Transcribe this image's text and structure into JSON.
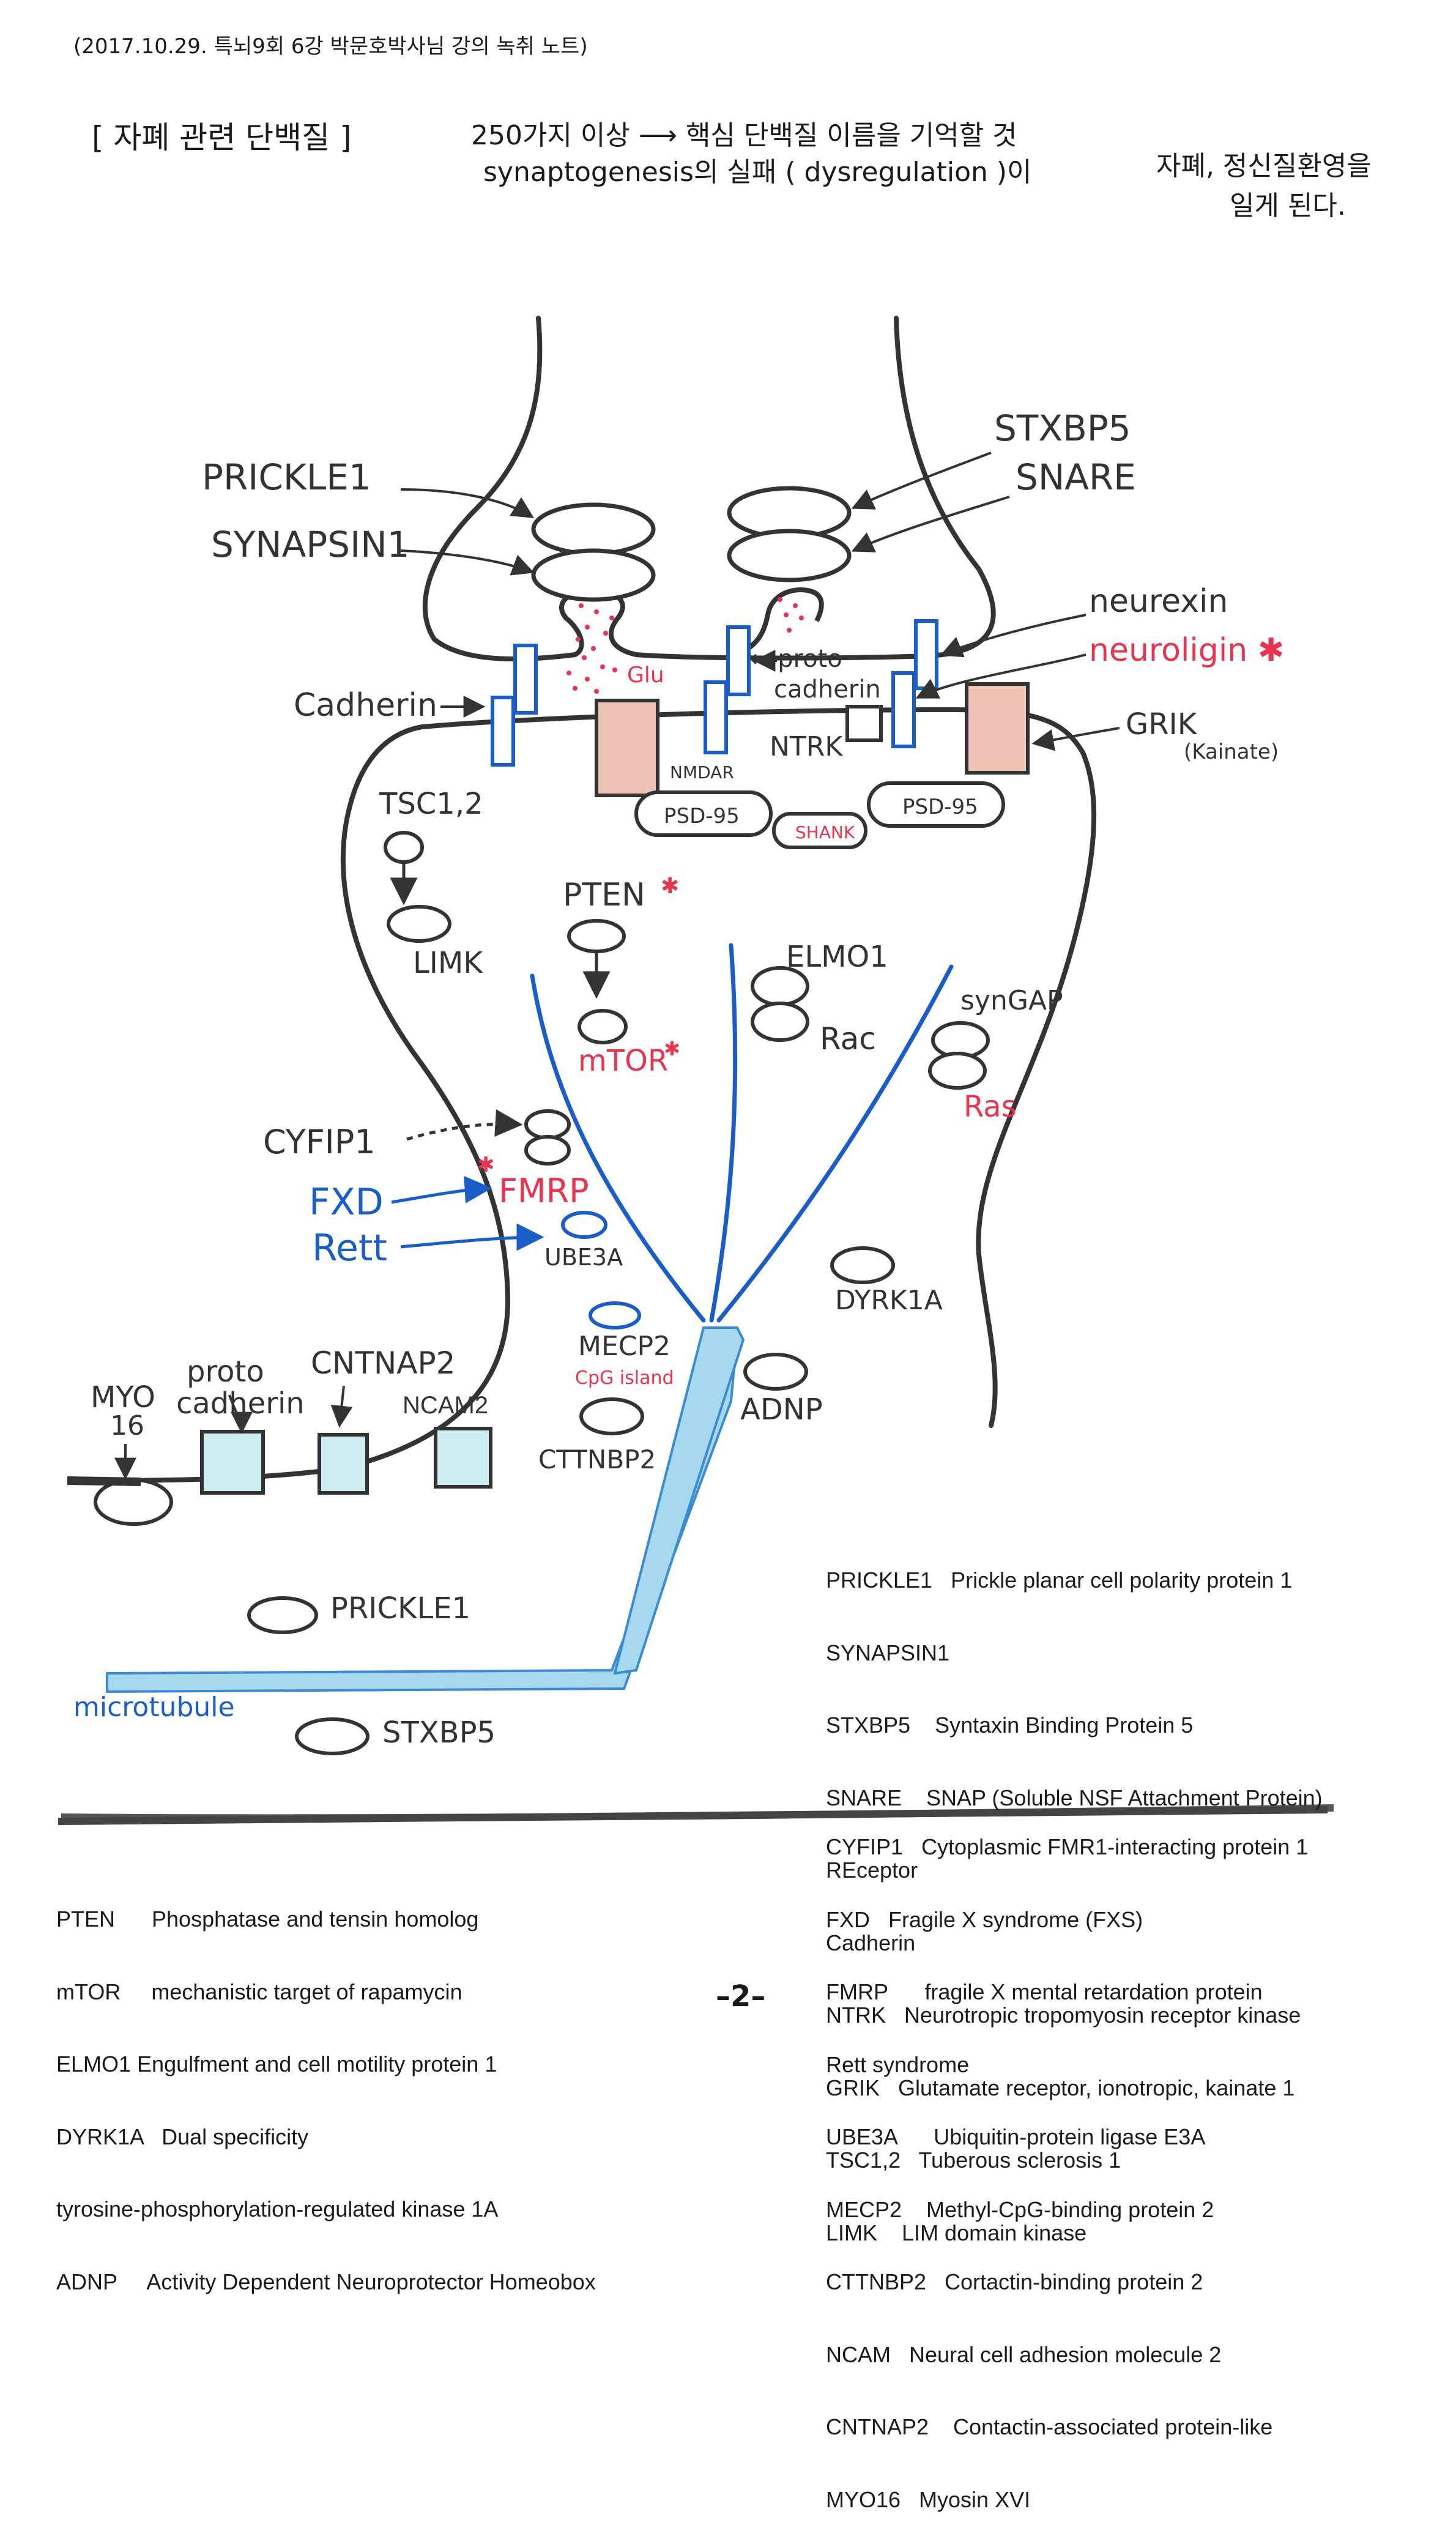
{
  "header": "(2017.10.29. 특뇌9회 6강 박문호박사님 강의 녹취 노트)",
  "title": {
    "bracket": "[ 자폐 관련 단백질 ]",
    "line1": "250가지 이상 ⟶ 핵심 단백질 이름을 기억할 것",
    "line2": "synaptogenesis의 실패 ( dysregulation )이",
    "line3": "자폐, 정신질환영을",
    "line4": "일게 된다."
  },
  "labels": {
    "prickle1_top": "PRICKLE1",
    "synapsin1": "SYNAPSIN1",
    "stxbp5_top": "STXBP5",
    "snare": "SNARE",
    "neurexin": "neurexin",
    "neuroligin": "neuroligin ✱",
    "protocadherin_top_1": "← proto",
    "protocadherin_top_2": "cadherin",
    "glu": "Glu",
    "cadherin": "Cadherin",
    "ntrk": "NTRK",
    "grik": "GRIK",
    "kainate": "(Kainate)",
    "nmdar": "NMDAR",
    "psd95_left": "PSD-95",
    "psd95_right": "PSD-95",
    "shank": "SHANK",
    "tsc": "TSC1,2",
    "limk": "LIMK",
    "pten": "PTEN",
    "pten_star": "✱",
    "mtor": "mTOR",
    "mtor_star": "✱",
    "elmo1": "ELMO1",
    "rac": "Rac",
    "syngap": "synGAP",
    "ras": "Ras",
    "cyfip1": "CYFIP1",
    "fmrp_star": "✱",
    "fmrp": "FMRP",
    "fxd": "FXD",
    "rett": "Rett",
    "ube3a": "UBE3A",
    "dyrk1a": "DYRK1A",
    "mecp2": "MECP2",
    "cpg": "CpG island",
    "cttnbp2": "CTTNBP2",
    "adnp": "ADNP",
    "myo16_1": "MYO",
    "myo16_2": "16",
    "protocadherin_bottom_1": "proto",
    "protocadherin_bottom_2": "cadherin",
    "cntnap2": "CNTNAP2",
    "ncam2": "NCAM2",
    "prickle1_bottom": "PRICKLE1",
    "microtubule": "microtubule",
    "stxbp5_bottom": "STXBP5"
  },
  "glossary_right_top": [
    "PRICKLE1   Prickle planar cell polarity protein 1",
    "SYNAPSIN1",
    "STXBP5    Syntaxin Binding Protein 5",
    "SNARE    SNAP (Soluble NSF Attachment Protein)",
    "REceptor",
    "Cadherin",
    "NTRK   Neurotropic tropomyosin receptor kinase",
    "GRIK   Glutamate receptor, ionotropic, kainate 1",
    "TSC1,2   Tuberous sclerosis 1",
    "LIMK    LIM domain kinase"
  ],
  "glossary_right_bottom": [
    "CYFIP1   Cytoplasmic FMR1-interacting protein 1",
    "FXD   Fragile X syndrome (FXS)",
    "FMRP      fragile X mental retardation protein",
    "Rett syndrome",
    "UBE3A      Ubiquitin-protein ligase E3A",
    "MECP2    Methyl-CpG-binding protein 2",
    "CTTNBP2   Cortactin-binding protein 2",
    "NCAM   Neural cell adhesion molecule 2",
    "CNTNAP2    Contactin-associated protein-like",
    "MYO16   Myosin XVI"
  ],
  "glossary_left": [
    "PTEN      Phosphatase and tensin homolog",
    "mTOR     mechanistic target of rapamycin",
    "ELMO1 Engulfment and cell motility protein 1",
    "DYRK1A   Dual specificity",
    "tyrosine-phosphorylation-regulated kinase 1A",
    "ADNP     Activity Dependent Neuroprotector Homeobox"
  ],
  "page_number": "–2–",
  "colors": {
    "ink": "#333333",
    "red": "#e8344e",
    "blue": "#1a5cc8",
    "receptor_fill": "#f0c4b4",
    "teal_fill": "#cdeef2",
    "microtubule_fill": "#a6d8ee",
    "microtubule_edge": "#3b8bd4"
  }
}
